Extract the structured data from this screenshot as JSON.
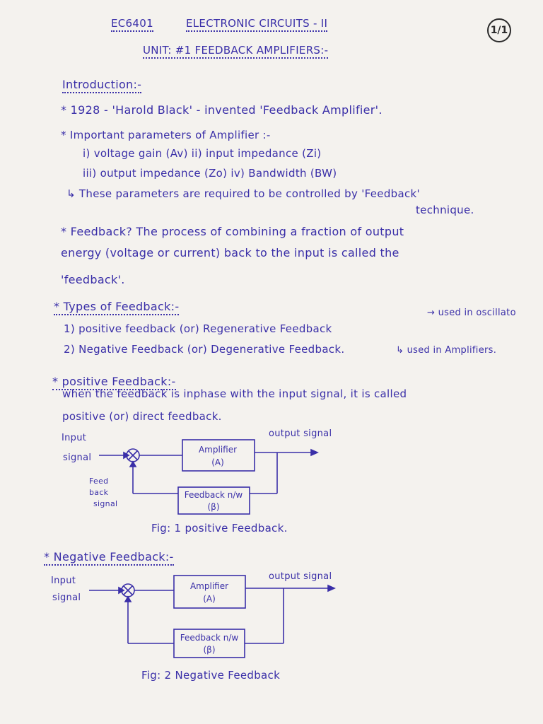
{
  "header": {
    "course_code": "EC6401",
    "course_title": "ELECTRONIC CIRCUITS - II",
    "unit": "UNIT: #1 FEEDBACK AMPLIFIERS:-",
    "page_number": "1/1"
  },
  "introduction": {
    "heading": "Introduction:-",
    "line1": "* 1928 - 'Harold Black' - invented 'Feedback Amplifier'.",
    "line2": "* Important parameters of Amplifier :-",
    "line3": "i) voltage gain (Av)   ii) input impedance (Zi)",
    "line4": "iii) output impedance (Zo)   iv) Bandwidth (BW)",
    "line5": "↳ These parameters are required to be controlled by 'Feedback'",
    "line6": "technique."
  },
  "feedback_def": {
    "line1": "* Feedback? The process of combining a fraction of output",
    "line2": "energy (voltage or current) back to the input is called the",
    "line3": "'feedback'."
  },
  "types": {
    "heading": "* Types of Feedback:-",
    "item1": "1) positive feedback (or) Regenerative Feedback",
    "item1_note": "→ used in oscillato",
    "item2": "2) Negative Feedback (or) Degenerative Feedback.",
    "item2_note": "↳ used in Amplifiers."
  },
  "positive": {
    "heading": "* positive Feedback:-",
    "line1": "when the feedback is inphase with the input signal, it is called",
    "line2": "positive (or) direct feedback.",
    "input_label_1": "Input",
    "input_label_2": "signal",
    "output_label": "output signal",
    "feedback_label_1": "Feed",
    "feedback_label_2": "back",
    "feedback_label_3": "signal",
    "amp_label_1": "Amplifier",
    "amp_label_2": "(A)",
    "fb_label_1": "Feedback n/w",
    "fb_label_2": "(β)",
    "caption": "Fig: 1  positive Feedback."
  },
  "negative": {
    "heading": "* Negative Feedback:-",
    "input_label_1": "Input",
    "input_label_2": "signal",
    "output_label": "output signal",
    "amp_label_1": "Amplifier",
    "amp_label_2": "(A)",
    "fb_label_1": "Feedback n/w",
    "fb_label_2": "(β)",
    "caption": "Fig: 2  Negative Feedback"
  }
}
